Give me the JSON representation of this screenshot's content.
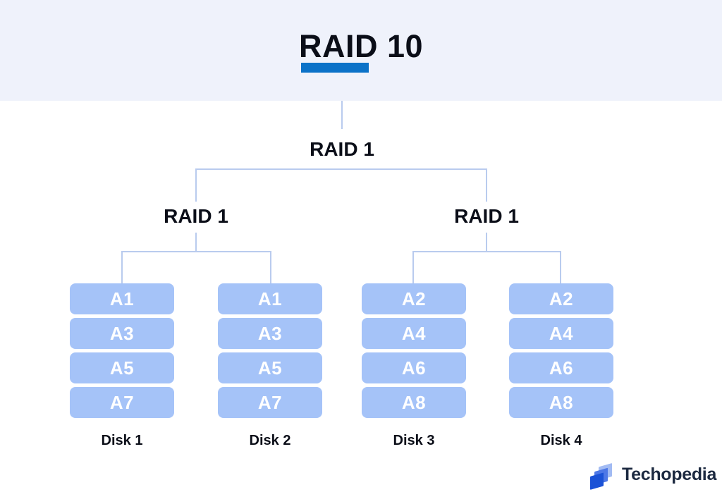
{
  "title": {
    "text": "RAID 10"
  },
  "tree": {
    "root_label": "RAID 1",
    "groups": [
      {
        "label": "RAID 1",
        "disks": [
          {
            "name": "Disk 1",
            "blocks": [
              "A1",
              "A3",
              "A5",
              "A7"
            ]
          },
          {
            "name": "Disk 2",
            "blocks": [
              "A1",
              "A3",
              "A5",
              "A7"
            ]
          }
        ]
      },
      {
        "label": "RAID 1",
        "disks": [
          {
            "name": "Disk 3",
            "blocks": [
              "A2",
              "A4",
              "A6",
              "A8"
            ]
          },
          {
            "name": "Disk 4",
            "blocks": [
              "A2",
              "A4",
              "A6",
              "A8"
            ]
          }
        ]
      }
    ]
  },
  "branding": {
    "logo_text": "Techopedia"
  },
  "colors": {
    "header_bg": "#eff2fb",
    "accent_bar": "#0b72c8",
    "block_fill": "#a5c3f8",
    "block_text": "#ffffff",
    "connector_line": "#b9cbee",
    "heading_text": "#0b0e18",
    "logo_text": "#1c2940",
    "logo_dark_blue": "#1b52d6",
    "logo_mid_blue": "#4e78e6",
    "logo_light_blue": "#a2bbf3"
  }
}
